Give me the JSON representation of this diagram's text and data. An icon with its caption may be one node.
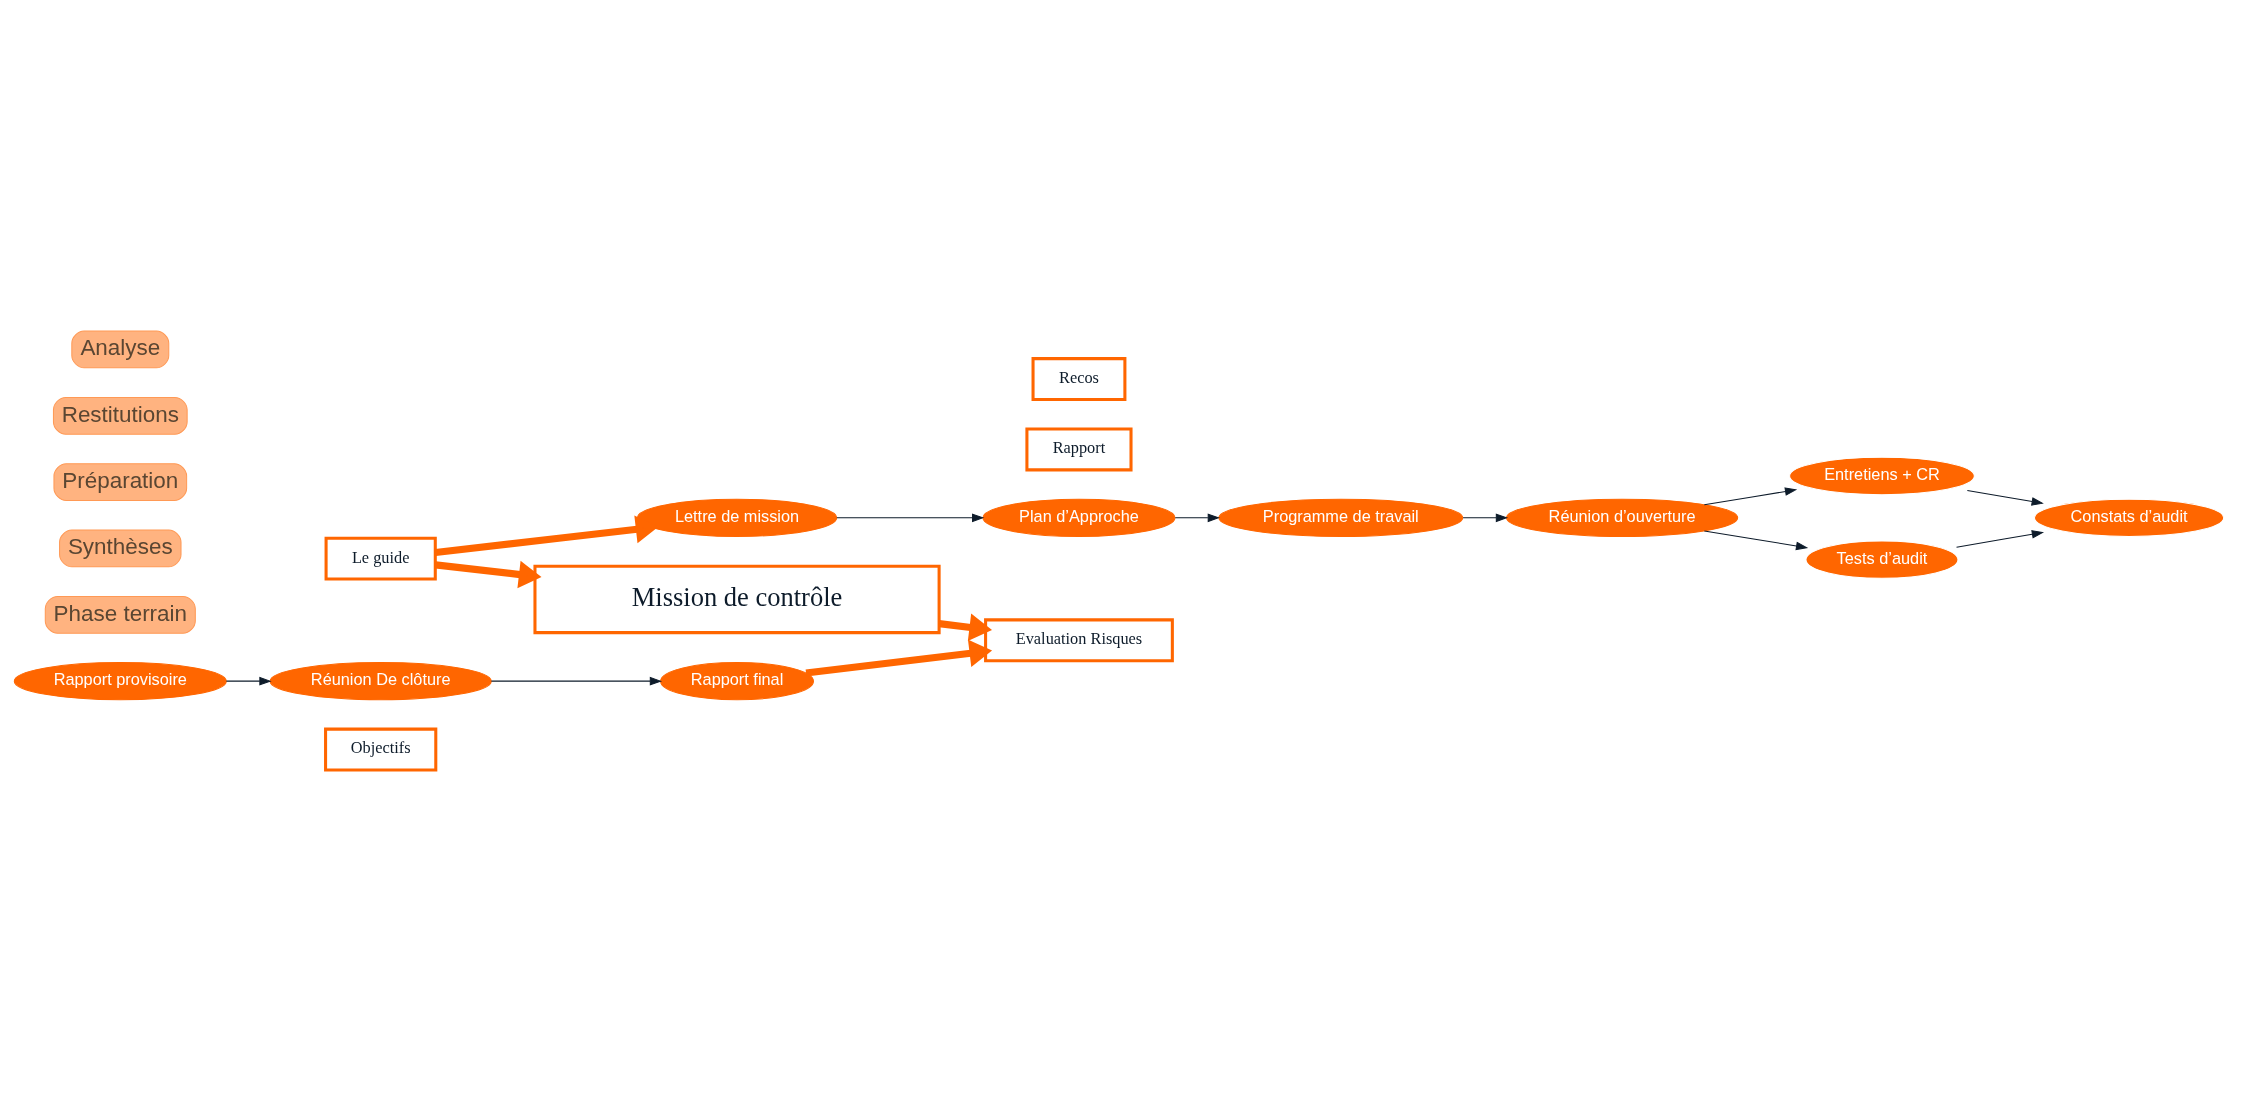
{
  "diagram": {
    "nodes": [
      {
        "text": [
          "Objectifs"
        ]
      },
      {
        "text": [
          "Le guide"
        ]
      },
      {
        "text": [
          "Mission de contrôle"
        ]
      },
      {
        "text": [
          "Rapport"
        ]
      },
      {
        "text": [
          "Evaluation Risques"
        ]
      },
      {
        "text": [
          "Recos"
        ]
      },
      {
        "text": [
          "Lettre de mission"
        ]
      },
      {
        "text": [
          "Plan d’Approche"
        ]
      },
      {
        "text": [
          "Programme de travail"
        ]
      },
      {
        "text": [
          "Réunion d’ouverture"
        ]
      },
      {
        "text": [
          "Entretiens + CR"
        ]
      },
      {
        "text": [
          "Tests d’audit"
        ]
      },
      {
        "text": [
          "Constats d’audit"
        ]
      },
      {
        "text": [
          "Rapport provisoire"
        ]
      },
      {
        "text": [
          "Réunion De clôture"
        ]
      },
      {
        "text": [
          "Rapport final"
        ]
      }
    ],
    "edges": [
      {
        "from": 1,
        "to": 2,
        "arrow": "to",
        "style": "thick",
        "color": "#ff6600"
      },
      {
        "from": 2,
        "to": 4,
        "arrow": "to",
        "style": "thick",
        "color": "#ff6600"
      },
      {
        "from": 1,
        "to": 6,
        "arrow": "to",
        "style": "thick",
        "color": "#ff6600"
      },
      {
        "from": 6,
        "to": 7,
        "arrow": "to"
      },
      {
        "from": 7,
        "to": 8,
        "arrow": "to"
      },
      {
        "from": 8,
        "to": 9,
        "arrow": "to"
      },
      {
        "from": 9,
        "to": 10,
        "arrow": "to"
      },
      {
        "from": 9,
        "to": 11,
        "arrow": "to"
      },
      {
        "from": 10,
        "to": 12,
        "arrow": "to"
      },
      {
        "from": 11,
        "to": 12,
        "arrow": "to"
      },
      {
        "from": 13,
        "to": 14,
        "arrow": "to"
      },
      {
        "from": 14,
        "to": 15,
        "arrow": "to"
      },
      {
        "from": 15,
        "to": 4,
        "arrow": "to",
        "style": "thick",
        "color": "#ff6600"
      }
    ],
    "labels": [
      "Phase terrain",
      "Synthèses",
      "Préparation",
      "Restitutions",
      "Analyse"
    ]
  }
}
